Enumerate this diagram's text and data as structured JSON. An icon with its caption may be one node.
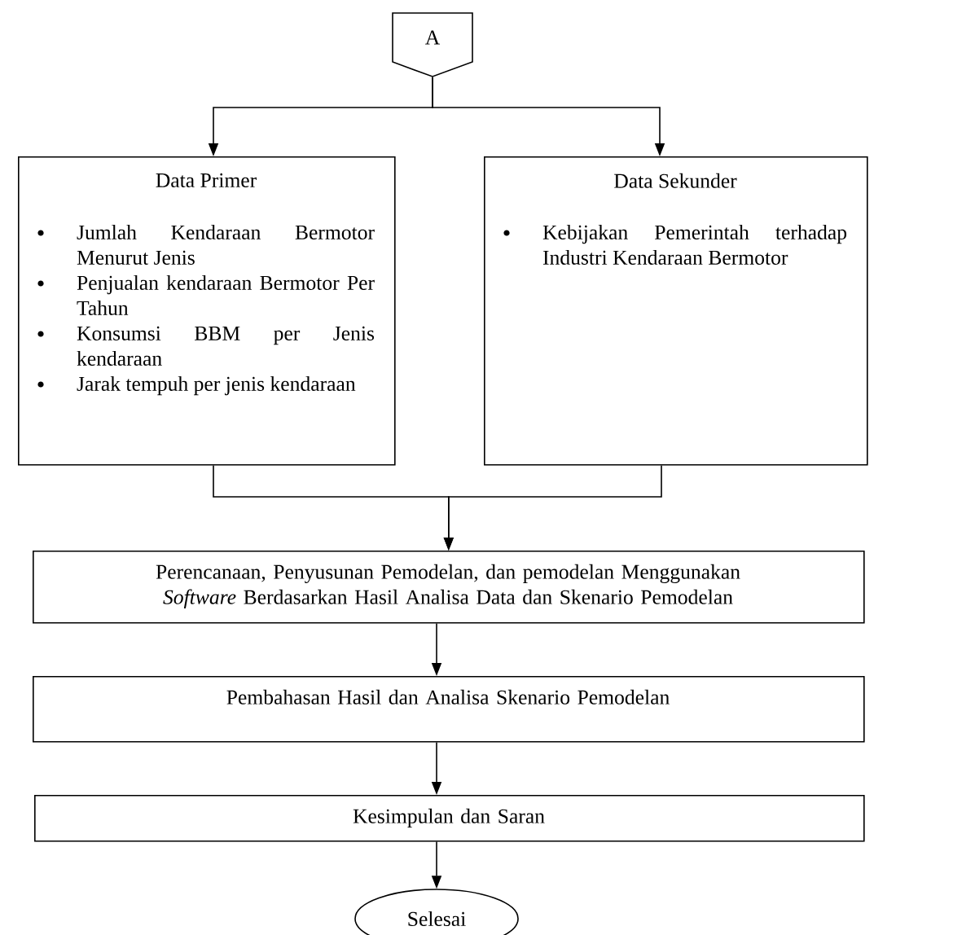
{
  "diagram": {
    "nodes": [
      {
        "text": [
          "A"
        ]
      },
      {
        "text": [
          "Data Primer",
          "Jumlah Kendaraan Bermotor Menurut Jenis",
          "Penjualan kendaraan Bermotor Per Tahun",
          "Konsumsi BBM per Jenis kendaraan",
          "Jarak tempuh per jenis kendaraan"
        ]
      },
      {
        "text": [
          "Data Sekunder",
          "Kebijakan Pemerintah terhadap Industri Kendaraan Bermotor"
        ]
      },
      {
        "text": [
          "Perencanaan, Penyusunan Pemodelan, dan pemodelan Menggunakan *Software* Berdasarkan Hasil Analisa Data dan Skenario Pemodelan"
        ]
      },
      {
        "text": [
          "Pembahasan Hasil dan Analisa Skenario Pemodelan"
        ]
      },
      {
        "text": [
          "Kesimpulan dan Saran"
        ]
      },
      {
        "text": [
          "Selesai"
        ]
      }
    ],
    "edges": [
      {
        "from": 0,
        "to": 1,
        "arrow": "to"
      },
      {
        "from": 0,
        "to": 2,
        "arrow": "to"
      },
      {
        "from": 1,
        "to": 3,
        "arrow": "to"
      },
      {
        "from": 2,
        "to": 3,
        "arrow": "to"
      },
      {
        "from": 3,
        "to": 4,
        "arrow": "to"
      },
      {
        "from": 4,
        "to": 5,
        "arrow": "to"
      },
      {
        "from": 5,
        "to": 6,
        "arrow": "to"
      }
    ]
  }
}
